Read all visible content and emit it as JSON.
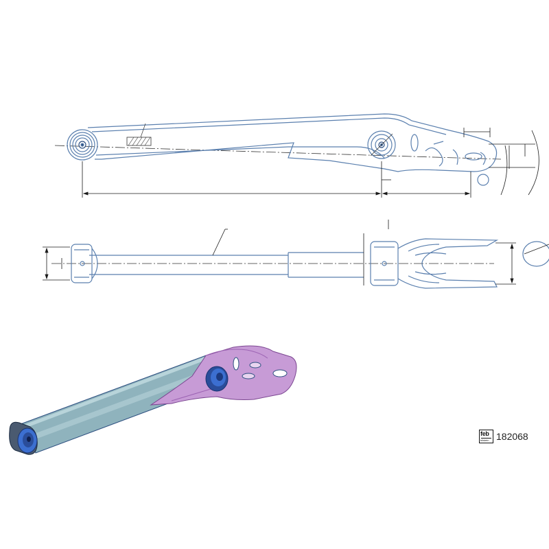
{
  "brand": {
    "logo_text": "feb",
    "logo_subtext": "bilstein"
  },
  "part_number": "182068",
  "colors": {
    "line": "#5a7fae",
    "line_dark": "#2d4f80",
    "dimension": "#1a1a1a",
    "arm_body": "#8fb3bd",
    "arm_body_light": "#b8d4da",
    "bracket": "#c79bd6",
    "bracket_dark": "#9c63b3",
    "bushing": "#3c6fd0"
  }
}
